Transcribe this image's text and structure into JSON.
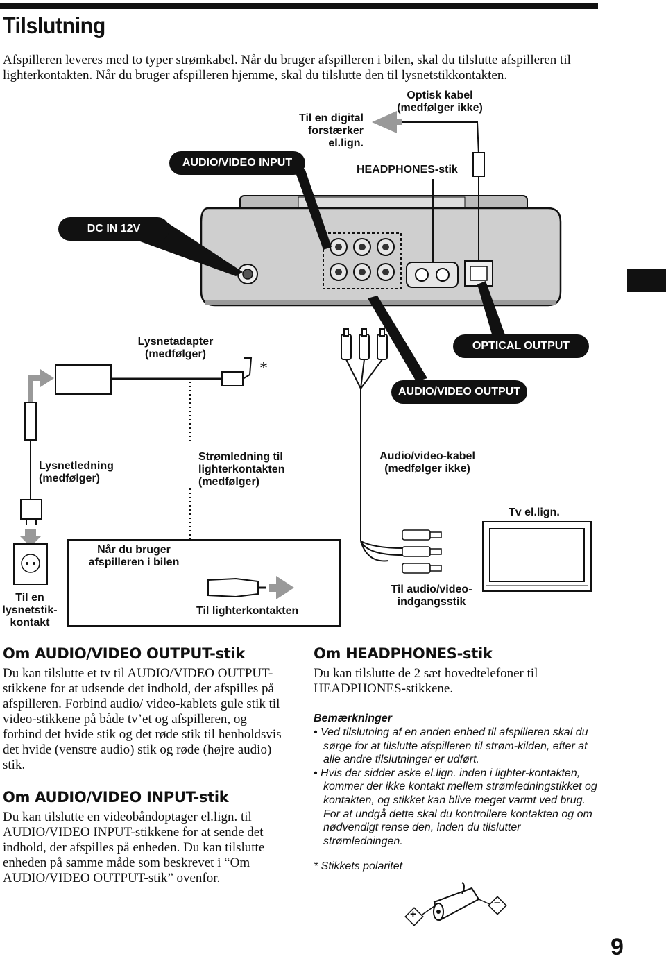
{
  "page": {
    "title": "Tilslutning",
    "intro": "Afspilleren leveres med to typer strømkabel. Når du bruger afspilleren i bilen, skal du tilslutte afspilleren til lighterkontakten. Når du bruger afspilleren hjemme, skal du tilslutte den til lysnetstikkontakten.",
    "page_number": "9"
  },
  "diagram": {
    "optical_cable": [
      "Optisk kabel",
      "(medfølger ikke)"
    ],
    "digital_amp": [
      "Til en digital",
      "forstærker",
      "el.lign."
    ],
    "av_input": "AUDIO/VIDEO INPUT",
    "headphones": "HEADPHONES-stik",
    "dc_in": "DC IN 12V",
    "adapter": [
      "Lysnetadapter",
      "(medfølger)"
    ],
    "asterisk": "*",
    "optical_output": "OPTICAL OUTPUT",
    "av_output": "AUDIO/VIDEO OUTPUT",
    "mains_lead": [
      "Lysnetledning",
      "(medfølger)"
    ],
    "car_cord": [
      "Strømledning til",
      "lighterkontakten",
      "(medfølger)"
    ],
    "av_cable": [
      "Audio/video-kabel",
      "(medfølger ikke)"
    ],
    "tv": "Tv el.lign.",
    "in_car": [
      "Når du bruger",
      "afspilleren i bilen"
    ],
    "wall_outlet": [
      "Til en",
      "lysnetstik-",
      "kontakt"
    ],
    "lighter_socket": "Til lighterkontakten",
    "av_inputs": [
      "Til audio/video-",
      "indgangsstik"
    ]
  },
  "sections": {
    "av_output": {
      "heading": "Om AUDIO/VIDEO OUTPUT-stik",
      "text": "Du kan tilslutte et tv til AUDIO/VIDEO OUTPUT-stikkene for at udsende det indhold, der afspilles på afspilleren. Forbind audio/ video-kablets gule stik til video-stikkene på både tv’et og afspilleren, og forbind det hvide stik og det røde stik til henholdsvis det hvide (venstre audio) stik og røde (højre audio) stik."
    },
    "av_input": {
      "heading": "Om AUDIO/VIDEO INPUT-stik",
      "text": "Du kan tilslutte en videobåndoptager el.lign. til AUDIO/VIDEO INPUT-stikkene for at sende det indhold, der afspilles på enheden. Du kan tilslutte enheden på samme måde som beskrevet i “Om AUDIO/VIDEO OUTPUT-stik” ovenfor."
    },
    "headphones": {
      "heading": "Om HEADPHONES-stik",
      "text": "Du kan tilslutte de 2 sæt hovedtelefoner til HEADPHONES-stikkene."
    },
    "notes": {
      "heading": "Bemærkninger",
      "items": [
        "• Ved tilslutning af en anden enhed til afspilleren skal du sørge for at tilslutte afspilleren til strøm-kilden, efter at alle andre tilslutninger er udført.",
        "• Hvis der sidder aske el.lign. inden i lighter-kontakten, kommer der ikke kontakt mellem strømledningstikket og kontakten, og stikket kan blive meget varmt ved brug. For at undgå dette skal du kontrollere kontakten og om nødvendigt rense den, inden du tilslutter strømledningen."
      ],
      "polarity": "* Stikkets polaritet",
      "plus": "+",
      "minus": "−"
    }
  }
}
